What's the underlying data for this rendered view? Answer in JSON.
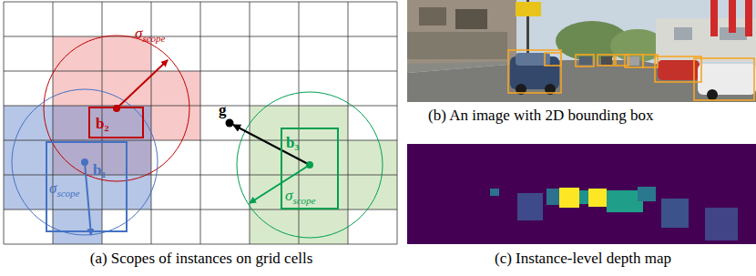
{
  "diagram": {
    "nodes": [
      {
        "text": [
          "b₁"
        ]
      },
      {
        "text": [
          "b₂"
        ]
      },
      {
        "text": [
          "b₃"
        ]
      }
    ],
    "labels": [
      "σ",
      "scope",
      "σ",
      "scope",
      "σ",
      "scope",
      "g",
      "(a) Scopes of instances on grid cells",
      "(b) An image with 2D bounding box",
      "(c) Instance-level depth map"
    ]
  }
}
